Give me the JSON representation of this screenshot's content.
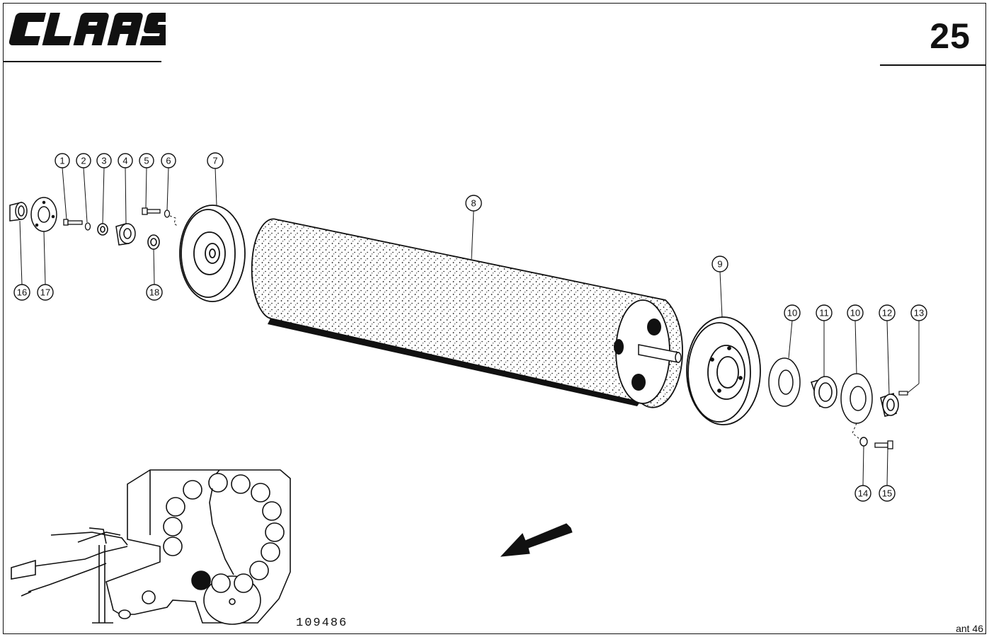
{
  "header": {
    "brand": "CLAAS",
    "page_number": "25"
  },
  "callouts": [
    {
      "id": "c1",
      "label": "1"
    },
    {
      "id": "c2",
      "label": "2"
    },
    {
      "id": "c3",
      "label": "3"
    },
    {
      "id": "c4",
      "label": "4"
    },
    {
      "id": "c5",
      "label": "5"
    },
    {
      "id": "c6",
      "label": "6"
    },
    {
      "id": "c7",
      "label": "7"
    },
    {
      "id": "c8",
      "label": "8"
    },
    {
      "id": "c9",
      "label": "9"
    },
    {
      "id": "c10a",
      "label": "10"
    },
    {
      "id": "c11",
      "label": "11"
    },
    {
      "id": "c10b",
      "label": "10"
    },
    {
      "id": "c12",
      "label": "12"
    },
    {
      "id": "c13",
      "label": "13"
    },
    {
      "id": "c14",
      "label": "14"
    },
    {
      "id": "c15",
      "label": "15"
    },
    {
      "id": "c16",
      "label": "16"
    },
    {
      "id": "c17",
      "label": "17"
    },
    {
      "id": "c18",
      "label": "18"
    }
  ],
  "footer": {
    "drawing_id": "109486",
    "sheet_ref": "ant 46"
  },
  "colors": {
    "ink": "#111111",
    "paper": "#ffffff"
  }
}
